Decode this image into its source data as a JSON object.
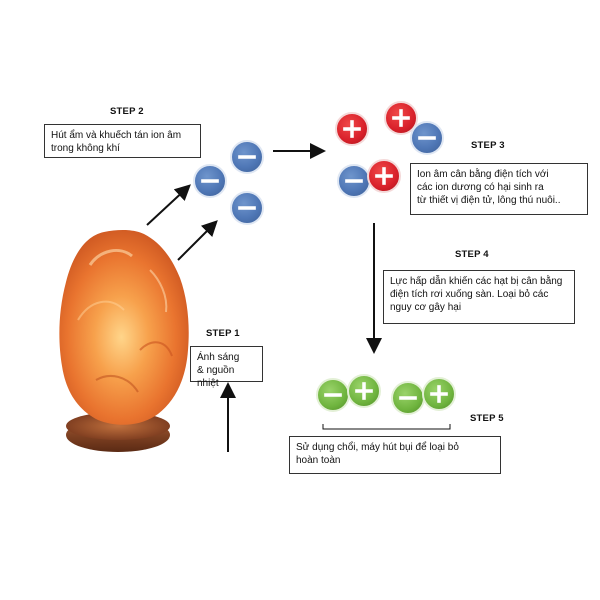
{
  "steps": {
    "step1": {
      "label": "STEP 1",
      "text_line1": "Ánh sáng",
      "text_line2": "& nguồn nhiệt"
    },
    "step2": {
      "label": "STEP 2",
      "text_line1": "Hút ẩm và khuếch tán ion âm",
      "text_line2": "trong không khí"
    },
    "step3": {
      "label": "STEP 3",
      "text_line1": "Ion âm cân bằng điện tích với",
      "text_line2": "các ion dương có hại sinh ra",
      "text_line3": "từ thiết vị điện tử, lông thú nuôi.."
    },
    "step4": {
      "label": "STEP 4",
      "text_line1": "Lực hấp dẫn khiến các hạt bị cân bằng",
      "text_line2": "điện tích rơi xuống sàn. Loại bỏ các",
      "text_line3": "nguy cơ gây hại"
    },
    "step5": {
      "label": "STEP 5",
      "text_line1": "Sử dụng chổi, máy hút bụi để loại bỏ",
      "text_line2": "hoàn toàn"
    }
  },
  "colors": {
    "negative_ion": "#4f77b6",
    "positive_ion": "#d8202a",
    "neutral_pair": "#6fb43e",
    "lamp_salt": "#f08a3c",
    "lamp_base": "#7a3a1e"
  }
}
